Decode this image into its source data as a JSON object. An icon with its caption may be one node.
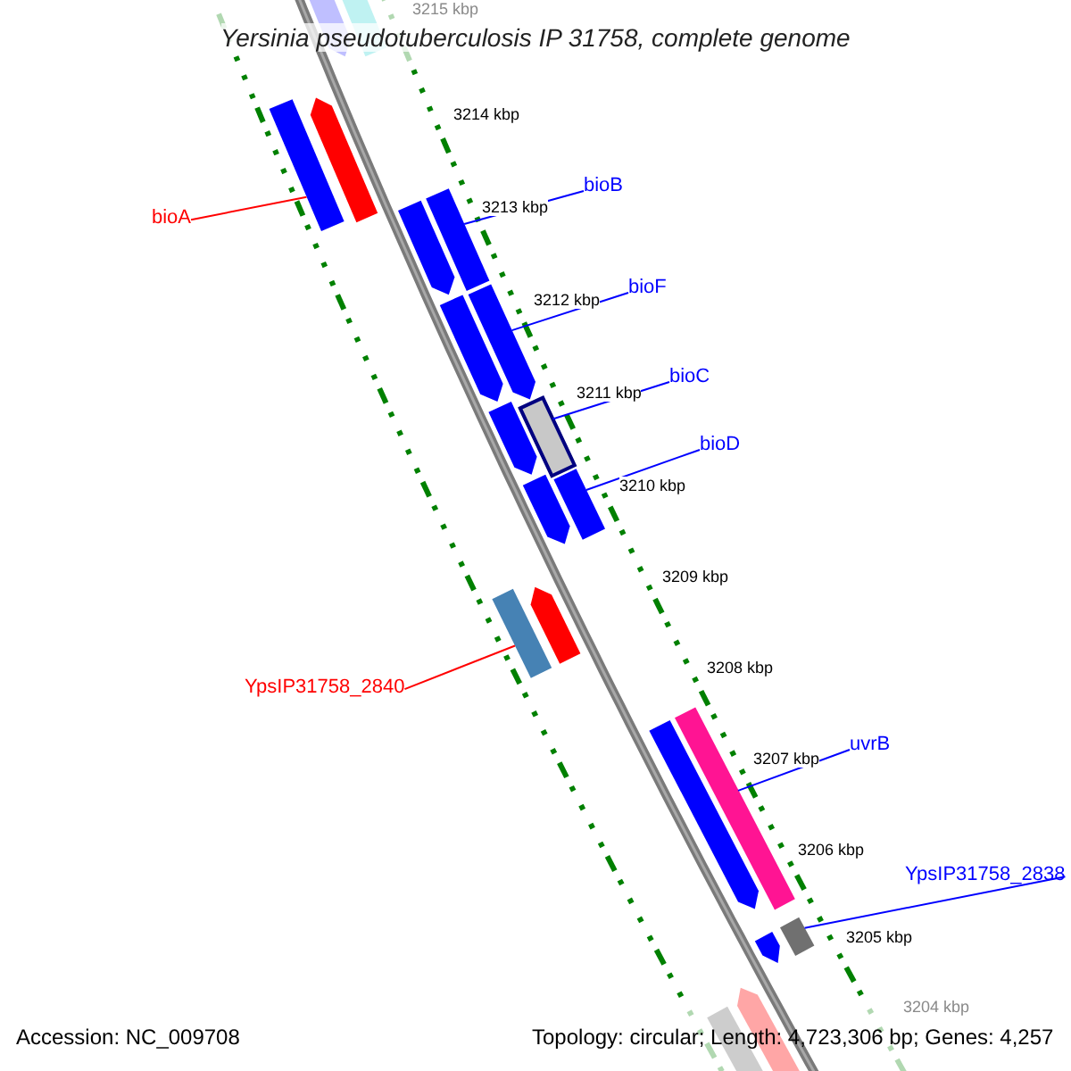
{
  "diagram": {
    "title": "Yersinia pseudotuberculosis IP 31758, complete genome",
    "nodes": [
      {
        "text": [
          "bioA"
        ]
      },
      {
        "text": [],
        "shape": "bar"
      },
      {
        "text": [
          "bioB"
        ]
      },
      {
        "text": [],
        "shape": "bar"
      },
      {
        "text": [
          "bioF"
        ]
      },
      {
        "text": [],
        "shape": "bar"
      },
      {
        "text": [
          "bioC"
        ]
      },
      {
        "text": [],
        "shape": "bar"
      },
      {
        "text": [
          "bioD"
        ]
      },
      {
        "text": [],
        "shape": "bar"
      },
      {
        "text": [
          "YpsIP31758_2840"
        ]
      },
      {
        "text": [],
        "shape": "bar"
      },
      {
        "text": [
          "uvrB"
        ]
      },
      {
        "text": [],
        "shape": "bar"
      },
      {
        "text": [
          "YpsIP31758_2838"
        ]
      },
      {
        "text": [],
        "shape": "bar"
      },
      {
        "text": [],
        "shape": "bar"
      }
    ],
    "edges": [
      {
        "from": 0,
        "to": 1,
        "arrow": "none",
        "color": "#ff0000"
      },
      {
        "from": 2,
        "to": 3,
        "arrow": "none"
      },
      {
        "from": 4,
        "to": 5,
        "arrow": "none"
      },
      {
        "from": 6,
        "to": 7,
        "arrow": "none"
      },
      {
        "from": 8,
        "to": 9,
        "arrow": "none"
      },
      {
        "from": 10,
        "to": 11,
        "arrow": "none",
        "color": "#ff0000"
      },
      {
        "from": 12,
        "to": 13,
        "arrow": "none"
      },
      {
        "from": 14,
        "to": 15,
        "arrow": "none"
      }
    ],
    "labels": [
      "3215 kbp",
      "3214 kbp",
      "3213 kbp",
      "3212 kbp",
      "3211 kbp",
      "3210 kbp",
      "3209 kbp",
      "3208 kbp",
      "3207 kbp",
      "3206 kbp",
      "3205 kbp",
      "3204 kbp",
      "Accession: NC_009708",
      "Topology: circular; Length: 4,723,306 bp; Genes: 4,257"
    ]
  }
}
